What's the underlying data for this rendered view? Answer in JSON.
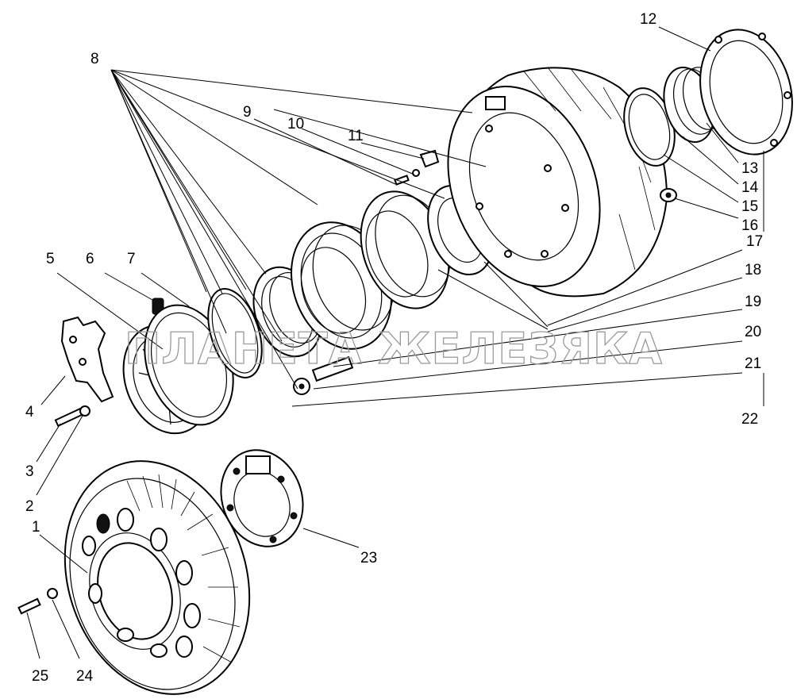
{
  "diagram": {
    "labels": [
      "1",
      "2",
      "3",
      "4",
      "5",
      "6",
      "7",
      "8",
      "9",
      "10",
      "11",
      "12",
      "13",
      "14",
      "15",
      "16",
      "17",
      "18",
      "19",
      "20",
      "21",
      "22",
      "23",
      "24",
      "25"
    ],
    "watermark": "ПЛАНЕТА ЖЕЛЕЗЯКА"
  }
}
